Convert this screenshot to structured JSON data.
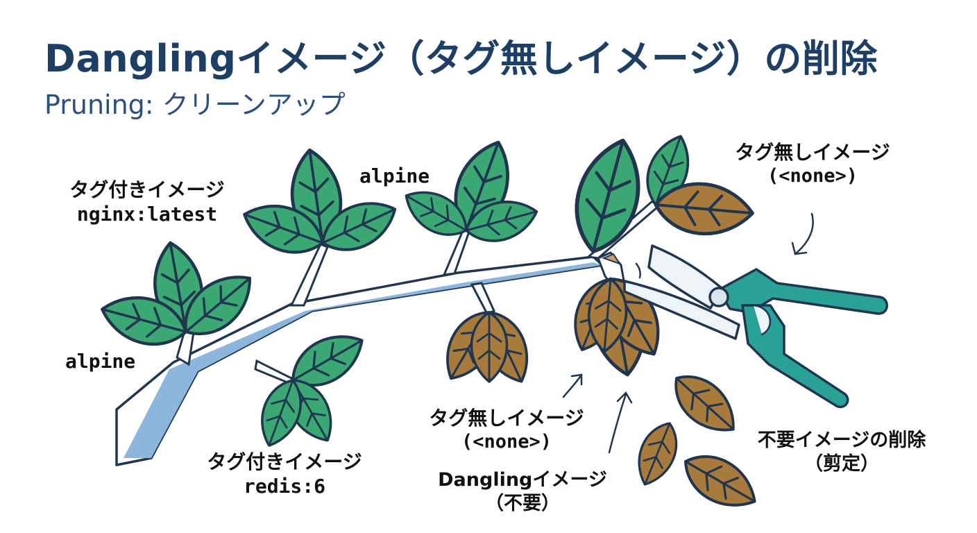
{
  "title": "Danglingイメージ（タグ無しイメージ）の削除",
  "subtitle": "Pruning: クリーンアップ",
  "labels": {
    "tagged_nginx": {
      "line1": "タグ付きイメージ",
      "line2": "nginx:latest"
    },
    "alpine_left": "alpine",
    "alpine_top": "alpine",
    "tagged_redis": {
      "line1": "タグ付きイメージ",
      "line2": "redis:6"
    },
    "untagged_top": {
      "line1": "タグ無しイメージ",
      "line2": "(<none>)"
    },
    "untagged_mid": {
      "line1": "タグ無しイメージ",
      "line2": "(<none>)"
    },
    "dangling": {
      "line1": "Danglingイメージ",
      "line2": "（不要）"
    },
    "prune": {
      "line1": "不要イメージの削除",
      "line2": "（剪定）"
    }
  },
  "colors": {
    "title": "#1d3f66",
    "branch_fill": "#ffffff",
    "branch_shade": "#8db6dc",
    "outline": "#1f3550",
    "leaf_green": "#3ba873",
    "leaf_brown": "#a87a3c",
    "shears_handle": "#2aa196",
    "blade": "#eef3f8"
  },
  "icons": [
    "branch",
    "green-leaf",
    "brown-leaf",
    "pruning-shears-icon",
    "arrow-icon"
  ]
}
